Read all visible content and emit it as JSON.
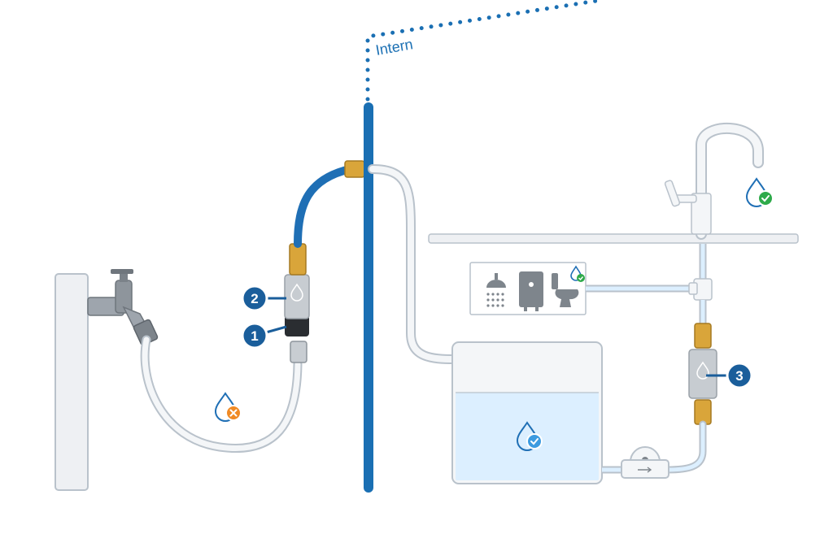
{
  "diagram": {
    "intern_label": "Intern",
    "markers": [
      {
        "number": "1"
      },
      {
        "number": "2"
      },
      {
        "number": "3"
      }
    ],
    "colors": {
      "hose_blue": "#1f6fb5",
      "wall_blue": "#1a6fb3",
      "outline_gray": "#b9c2cb",
      "fill_light": "#f4f6f8",
      "water_fill": "#dcefff",
      "status_green": "#2eaa4a",
      "status_orange": "#f08a24",
      "brass": "#d9a53a",
      "marker_fill": "#1a5e9b"
    },
    "status_icons": [
      {
        "name": "drop-with-check-tap",
        "status": "ok"
      },
      {
        "name": "drop-with-check-appliance",
        "status": "ok"
      },
      {
        "name": "drop-with-check-tank",
        "status": "ok"
      },
      {
        "name": "drop-with-x-garden",
        "status": "bad"
      }
    ],
    "appliance_icons": [
      "shower-icon",
      "water-heater-icon",
      "toilet-icon"
    ]
  }
}
